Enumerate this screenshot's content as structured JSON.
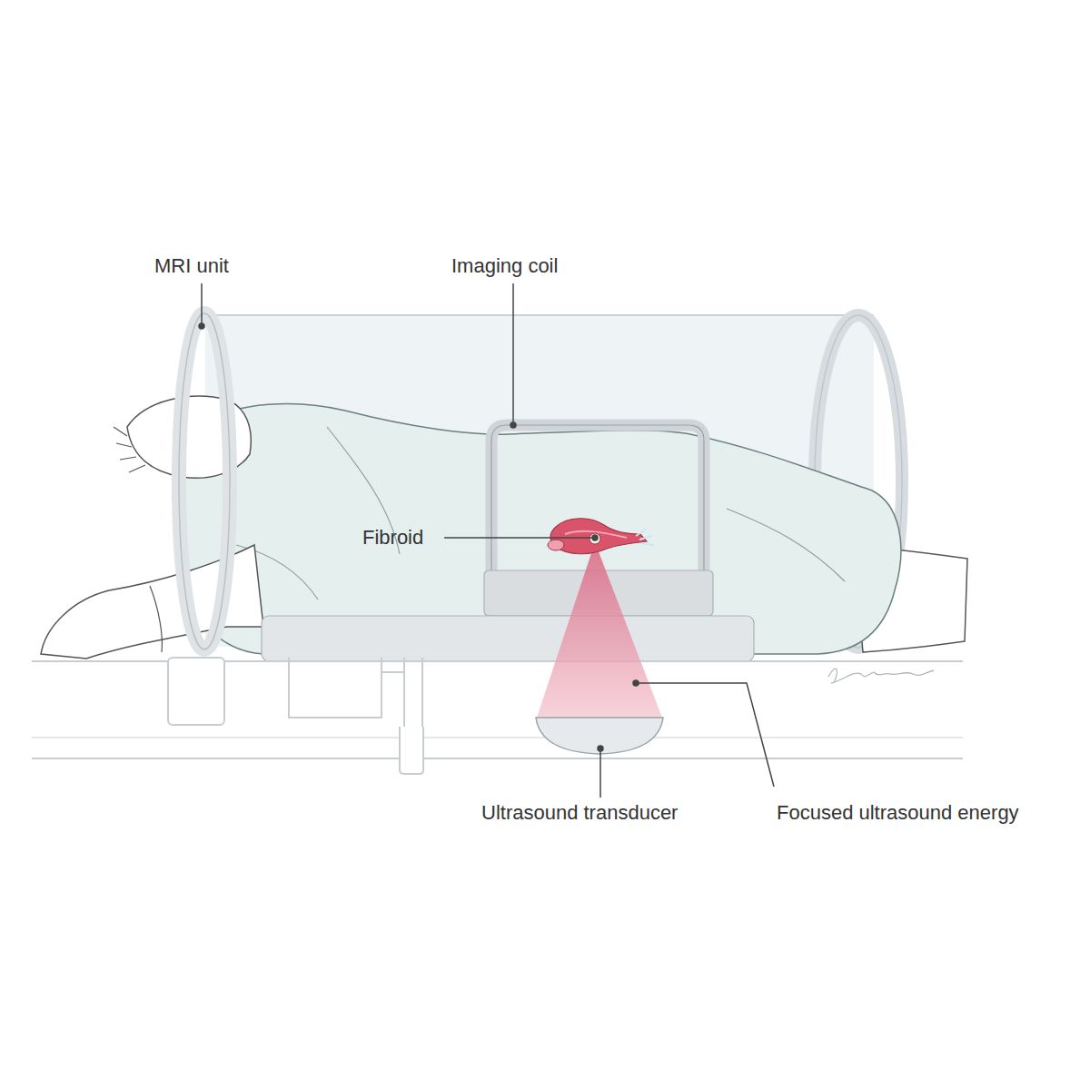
{
  "diagram": {
    "labels": [
      "MRI unit",
      "Imaging coil",
      "Fibroid",
      "Ultrasound transducer",
      "Focused ultrasound energy"
    ]
  }
}
